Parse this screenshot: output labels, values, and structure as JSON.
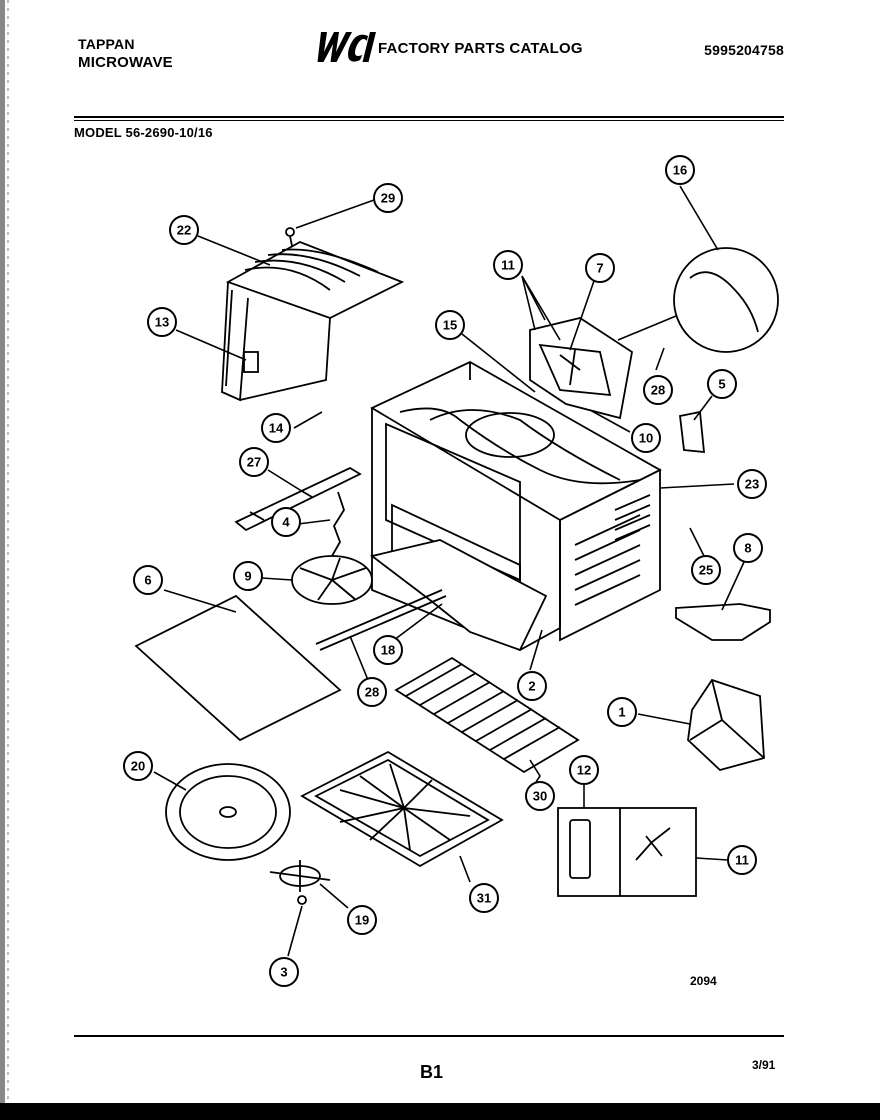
{
  "header": {
    "brand_line1": "TAPPAN",
    "brand_line2": "MICROWAVE",
    "logo_text": "WCI",
    "catalog_title": "FACTORY PARTS CATALOG",
    "catalog_number": "5995204758"
  },
  "model": "MODEL 56-2690-10/16",
  "callouts": [
    "16",
    "29",
    "22",
    "11",
    "7",
    "15",
    "13",
    "28",
    "5",
    "14",
    "10",
    "27",
    "23",
    "4",
    "8",
    "25",
    "6",
    "9",
    "18",
    "2",
    "28",
    "1",
    "20",
    "12",
    "30",
    "11",
    "19",
    "31",
    "3"
  ],
  "figure_number": "2094",
  "footer": {
    "page_label": "B1",
    "date": "3/91"
  }
}
